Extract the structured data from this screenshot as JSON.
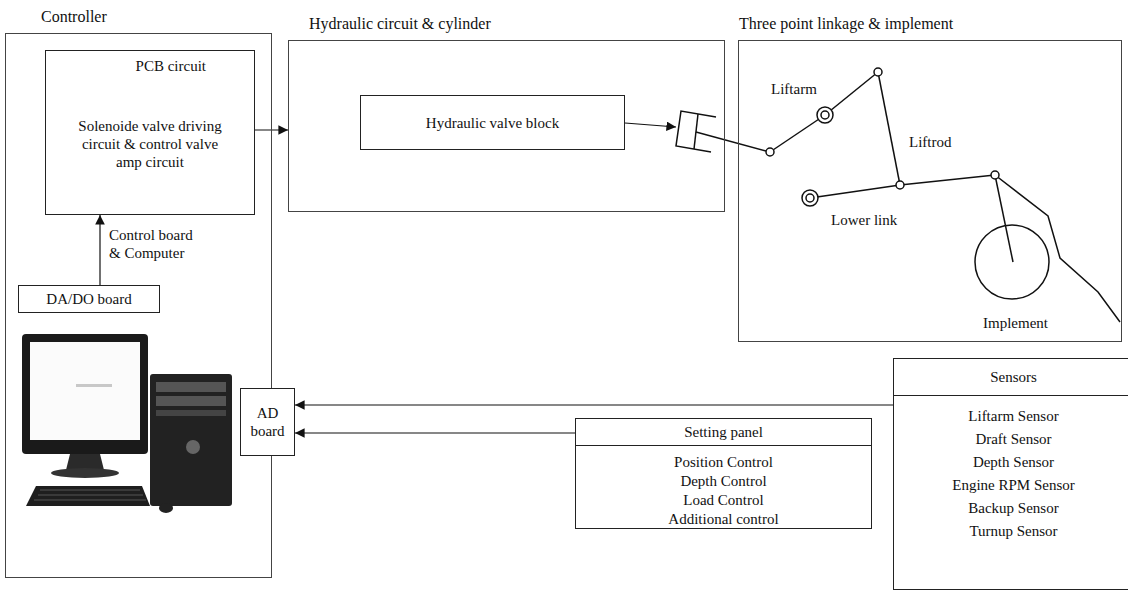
{
  "diagram": {
    "nodes": [
      {
        "text": [
          "Controller"
        ]
      },
      {
        "text": [
          "PCB circuit",
          "Solenoide valve driving circuit & control valve amp circuit"
        ],
        "in": 0
      },
      {
        "text": [
          "DA/DO board"
        ],
        "in": 0
      },
      {
        "text": [
          "AD board"
        ],
        "in": 0
      },
      {
        "text": [
          "Hydraulic circuit & cylinder"
        ]
      },
      {
        "text": [
          "Hydraulic valve block"
        ],
        "in": 4
      },
      {
        "text": [
          "Three point linkage & implement"
        ]
      },
      {
        "text": [
          "Setting panel",
          "Position Control",
          "Depth Control",
          "Load Control",
          "Additional control"
        ]
      },
      {
        "text": [
          "Sensors",
          "Liftarm Sensor",
          "Draft Sensor",
          "Depth Sensor",
          "Engine RPM Sensor",
          "Backup Sensor",
          "Turnup Sensor"
        ]
      }
    ],
    "edges": [
      {
        "from": 2,
        "to": 1,
        "arrow": "to"
      },
      {
        "from": 1,
        "to": 4,
        "arrow": "to"
      },
      {
        "from": 8,
        "to": 3,
        "arrow": "to"
      },
      {
        "from": 7,
        "to": 3,
        "arrow": "to"
      }
    ],
    "labels": [
      "Control board & Computer",
      "Liftarm",
      "Liftrod",
      "Lower link",
      "Implement"
    ]
  }
}
